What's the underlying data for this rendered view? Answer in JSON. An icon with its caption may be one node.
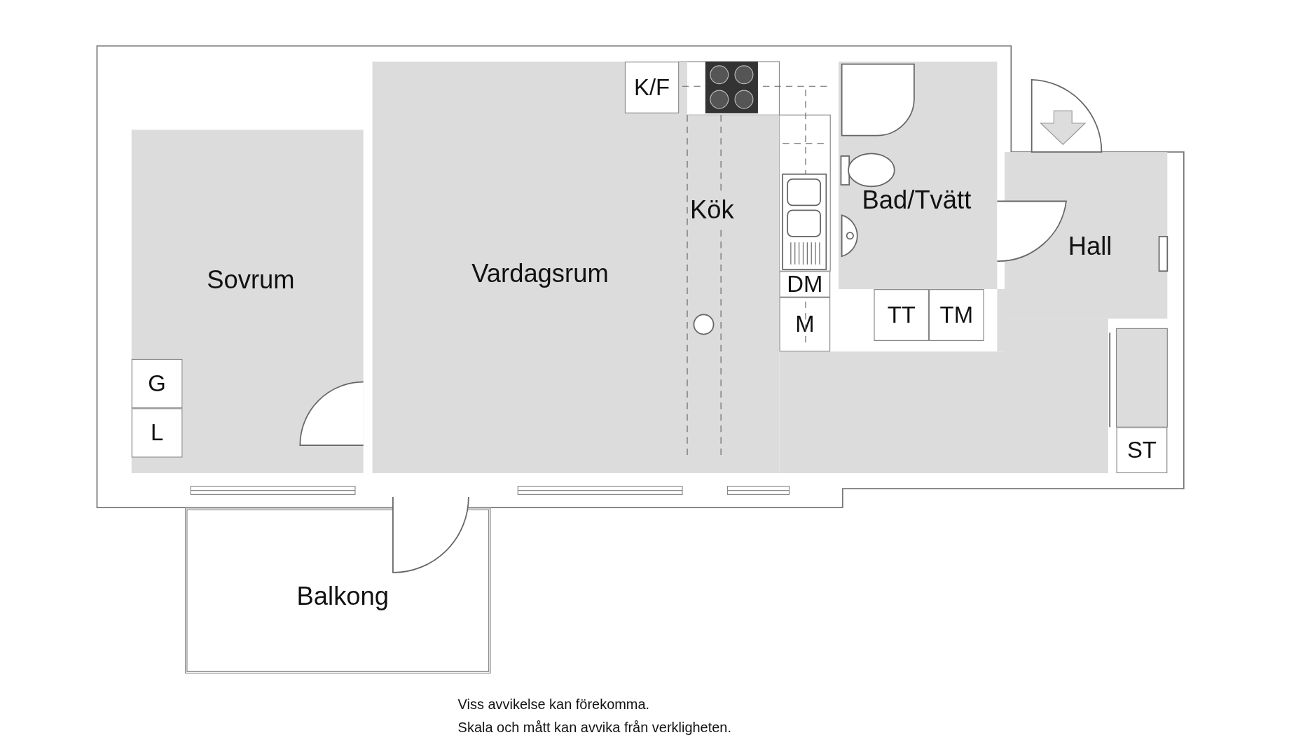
{
  "diagram": {
    "nodes": [
      {
        "text": [
          "Sovrum"
        ]
      },
      {
        "text": [
          "Vardagsrum"
        ]
      },
      {
        "text": [
          "Kök"
        ]
      },
      {
        "text": [
          "Bad/Tvätt"
        ]
      },
      {
        "text": [
          "Hall"
        ]
      },
      {
        "text": [
          "Balkong"
        ]
      },
      {
        "text": [
          "G"
        ],
        "in": 0
      },
      {
        "text": [
          "L"
        ],
        "in": 0
      },
      {
        "text": [
          "K/F"
        ],
        "in": 1
      },
      {
        "text": [
          "DM"
        ]
      },
      {
        "text": [
          "M"
        ]
      },
      {
        "text": [
          "TT"
        ]
      },
      {
        "text": [
          "TM"
        ]
      },
      {
        "text": [
          "ST"
        ]
      }
    ],
    "labels": [
      "Viss avvikelse kan förekomma.",
      "Skala och mått kan avvika från verkligheten."
    ]
  }
}
